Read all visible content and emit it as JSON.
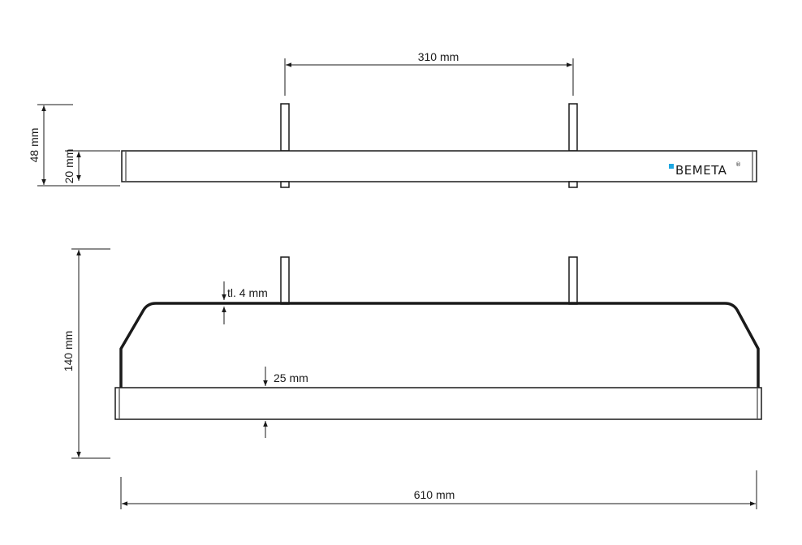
{
  "dimensions": {
    "mounting_spacing": "310 mm",
    "total_depth_top": "48 mm",
    "bar_height_top": "20 mm",
    "wire_thickness": "tl. 4 mm",
    "total_height_front": "140 mm",
    "bar_height_front": "25 mm",
    "total_width": "610 mm"
  },
  "brand": {
    "logo_text": "BEMETA",
    "registered_mark": "®",
    "logo_color": "#1ea7e1"
  }
}
